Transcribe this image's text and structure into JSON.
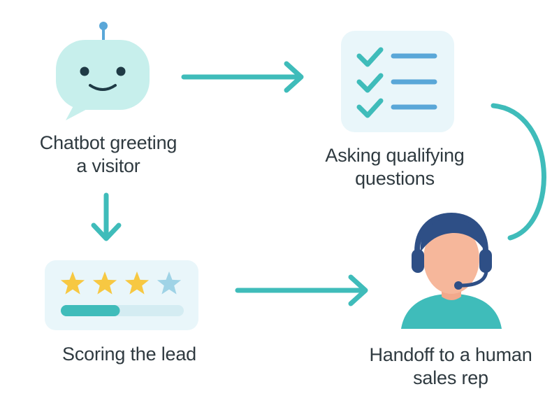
{
  "colors": {
    "arrow": "#3fbcba",
    "bot_face": "#c7efec",
    "bot_antenna": "#5aa7d8",
    "bot_features": "#1f3a45",
    "card_bg": "#e9f6fa",
    "check": "#3fbcba",
    "list_line": "#5aa7d8",
    "star_filled": "#f7c842",
    "star_empty": "#9fd3e6",
    "progress_fill": "#3fbcba",
    "progress_track": "#d4ecf2",
    "headset": "#2e4f86",
    "skin": "#f6b79b",
    "shirt": "#3fbcba",
    "text": "#2f3a40"
  },
  "steps": [
    {
      "id": "greet",
      "icon": "chatbot-icon",
      "label_lines": [
        "Chatbot greeting",
        "a visitor"
      ]
    },
    {
      "id": "qualify",
      "icon": "checklist-icon",
      "label_lines": [
        "Asking qualifying",
        "questions"
      ]
    },
    {
      "id": "score",
      "icon": "lead-score-icon",
      "label_lines": [
        "Scoring the lead"
      ],
      "rating": {
        "filled": 3,
        "total": 4
      },
      "progress": 0.48
    },
    {
      "id": "handoff",
      "icon": "sales-rep-icon",
      "label_lines": [
        "Handoff to a human",
        "sales rep"
      ]
    }
  ]
}
